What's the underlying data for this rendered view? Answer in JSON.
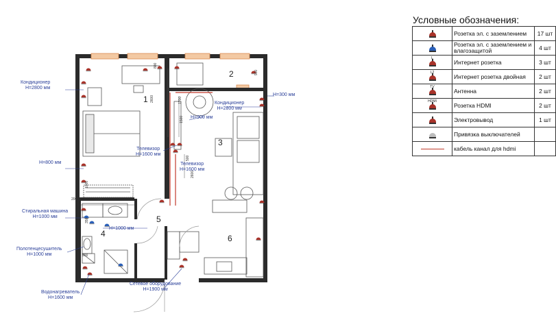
{
  "legend": {
    "title": "Условные обозначения:",
    "rows": [
      {
        "symbol": "grounded-socket-icon",
        "tag": "",
        "color": "#a8332a",
        "label": "Розетка эл. с заземлением",
        "count": "17 шт"
      },
      {
        "symbol": "waterproof-socket-icon",
        "tag": "",
        "color": "#2a5fb8",
        "label": "Розетка эл. с заземлением и влагозащитой",
        "count": "4 шт"
      },
      {
        "symbol": "internet-socket-icon",
        "tag": "L",
        "color": "#a8332a",
        "label": "Интернет розетка",
        "count": "3 шт"
      },
      {
        "symbol": "double-internet-socket-icon",
        "tag": "L2",
        "color": "#a8332a",
        "label": "Интернет розетка двойная",
        "count": "2 шт"
      },
      {
        "symbol": "antenna-icon",
        "tag": "TV",
        "color": "#a8332a",
        "label": "Антенна",
        "count": "2 шт"
      },
      {
        "symbol": "hdmi-socket-icon",
        "tag": "HDMI",
        "color": "#a8332a",
        "label": "Розетка HDMI",
        "count": "2 шт"
      },
      {
        "symbol": "power-outlet-icon",
        "tag": "",
        "color": "#a8332a",
        "label": "Электровывод",
        "count": "1 шт"
      },
      {
        "symbol": "switch-binding-icon",
        "tag": "",
        "color": "#bdbdbd",
        "label": "Привязка выключателей",
        "count": ""
      },
      {
        "symbol": "hdmi-cable-icon",
        "tag": "",
        "color": "#c0392b",
        "label": "кабель канал для hdmi",
        "count": ""
      }
    ]
  },
  "rooms": [
    "1",
    "2",
    "3",
    "4",
    "5",
    "6"
  ],
  "annotations": {
    "ac_bedroom": "Кондиционер\nH=2800 мм",
    "h300": "H=300 мм",
    "ac_living": "Кондиционер\nH=2800 мм",
    "h900": "H=900 мм",
    "tv_bedroom": "Телевизор\nH=1600 мм",
    "tv_living": "Телевизор\nH=1600 мм",
    "h800": "H=800 мм",
    "washer": "Стиральная машина\nH=1000 мм",
    "h1000": "H=1000 мм",
    "towel_dryer": "Полотенцесушитель\nH=1000 мм",
    "network": "Сетевое оборудование\nH=1900 мм",
    "heater": "Водонагреватель\nH=1600 мм"
  },
  "dimensions": {
    "d1": "800",
    "d2": "2600",
    "d3": "1500",
    "d4": "900",
    "d5": "1700",
    "d6": "1000",
    "d7": "500",
    "d8": "2600",
    "d9": "200",
    "d10": "630",
    "d11": "350",
    "d12": "900"
  },
  "colors": {
    "wall": "#2b2b2b",
    "window": "#e39a62",
    "socket": "#a8332a",
    "moisture_socket": "#2a5fb8",
    "annotation": "#2a3f99",
    "cable": "#c0392b"
  }
}
